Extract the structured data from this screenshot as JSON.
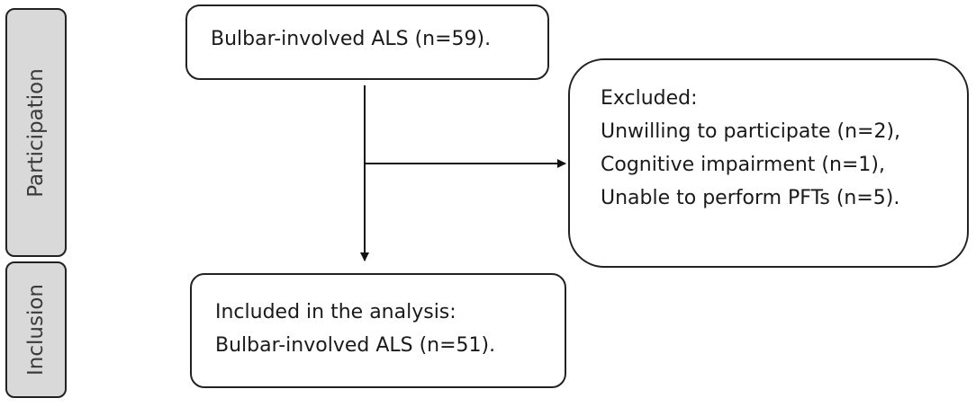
{
  "stages": {
    "participation": "Participation",
    "inclusion": "Inclusion"
  },
  "boxes": {
    "start": {
      "lines": [
        "Bulbar-involved ALS (n=59)."
      ]
    },
    "excluded": {
      "lines": [
        "Excluded:",
        "Unwilling to participate (n=2),",
        "Cognitive impairment (n=1),",
        "Unable to perform PFTs (n=5)."
      ]
    },
    "included": {
      "lines": [
        "Included in the analysis:",
        "Bulbar-involved ALS (n=51)."
      ]
    }
  },
  "colors": {
    "stage_fill": "#d9d9d9",
    "border": "#222222",
    "text": "#1a1a1a"
  }
}
